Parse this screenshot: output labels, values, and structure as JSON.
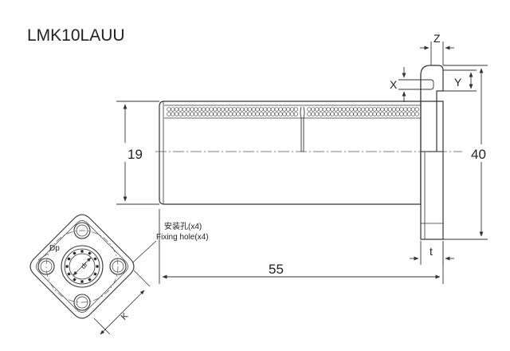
{
  "title": "LMK10LAUU",
  "dimensions": {
    "z": "Z",
    "x": "X",
    "y": "Y",
    "height": "19",
    "flange_height": "40",
    "length": "55",
    "t": "t",
    "dp": "Dp",
    "dr": "dr",
    "k": "K"
  },
  "callout": {
    "zh": "安装孔(x4)",
    "en": "Fixing hole(x4)"
  },
  "colors": {
    "line": "#333333",
    "thin": "#555555",
    "body": "#ffffff"
  }
}
